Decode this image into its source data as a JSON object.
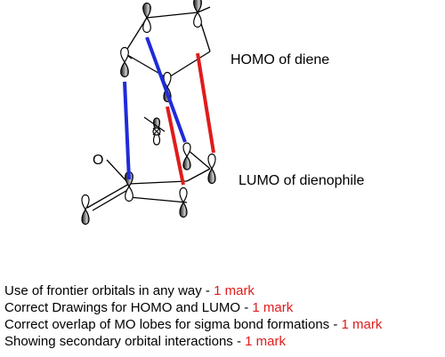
{
  "labels": {
    "homo": "HOMO of diene",
    "lumo": "LUMO of dienophile",
    "oxygen": "O"
  },
  "criteria": [
    {
      "text": "Use of frontier orbitals in any way - ",
      "mark": "1 mark"
    },
    {
      "text": "Correct Drawings for HOMO and LUMO - ",
      "mark": "1 mark"
    },
    {
      "text": "Correct overlap of MO lobes for sigma bond formations - ",
      "mark": "1 mark"
    },
    {
      "text": "Showing secondary orbital interactions - ",
      "mark": "1 mark"
    }
  ],
  "colors": {
    "primary_overlap": "#e01b1b",
    "secondary_overlap": "#1f2bd9",
    "mark_text": "#e01b1b"
  }
}
